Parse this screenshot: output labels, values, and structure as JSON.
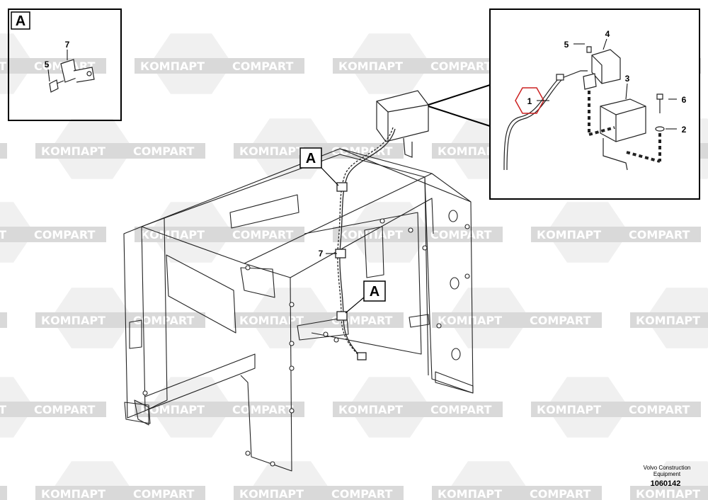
{
  "watermark": {
    "left": "КОМПАРТ",
    "right": "COMPART"
  },
  "detail_a": {
    "label": "A",
    "callouts": [
      "7",
      "5"
    ]
  },
  "detail_b": {
    "callouts": [
      "5",
      "4",
      "1",
      "3",
      "6",
      "2"
    ]
  },
  "main": {
    "section_marks": [
      "A",
      "A"
    ],
    "callouts": [
      "7"
    ]
  },
  "footer": {
    "brand_line1": "Volvo Construction",
    "brand_line2": "Equipment",
    "doc_number": "1060142"
  },
  "colors": {
    "highlight": "#cc2222",
    "line": "#222222",
    "watermark": "#d9d9d9"
  }
}
